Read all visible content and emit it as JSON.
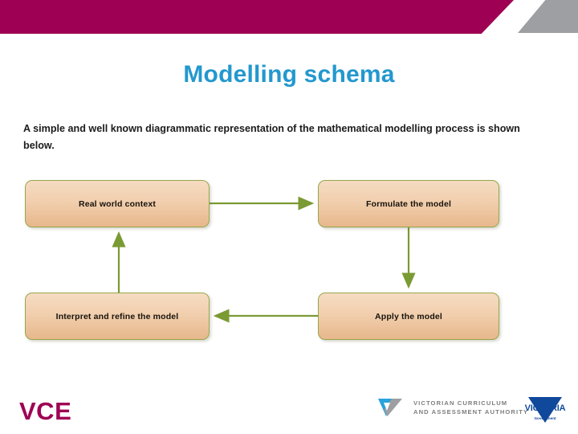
{
  "slide": {
    "title": "Modelling schema",
    "body_text": "A simple and well known diagrammatic representation of the mathematical modelling process is shown below."
  },
  "colors": {
    "header_crimson": "#9E0053",
    "header_gray": "#9D9FA2",
    "title_blue": "#2398CE",
    "node_border": "#94A84A",
    "node_fill_top": "#F6DCC2",
    "node_fill_bottom": "#E7B78B",
    "connector_green": "#7A9A33",
    "vcaa_blue": "#29A3DC",
    "vcaa_gray": "#9D9FA2",
    "victoria_blue": "#10499B"
  },
  "diagram": {
    "type": "flow-cycle",
    "nodes": [
      {
        "id": "real-world",
        "label": "Real world context"
      },
      {
        "id": "formulate",
        "label": "Formulate the model"
      },
      {
        "id": "apply",
        "label": "Apply the model"
      },
      {
        "id": "interpret",
        "label": "Interpret and refine the model"
      }
    ],
    "connectors": [
      {
        "from": "real-world",
        "to": "formulate",
        "direction": "right"
      },
      {
        "from": "formulate",
        "to": "apply",
        "direction": "down"
      },
      {
        "from": "apply",
        "to": "interpret",
        "direction": "left"
      },
      {
        "from": "interpret",
        "to": "real-world",
        "direction": "up"
      }
    ]
  },
  "footer": {
    "vce_logo": "VCE",
    "vcaa_line1": "VICTORIAN CURRICULUM",
    "vcaa_line2": "AND ASSESSMENT AUTHORITY",
    "victoria_word": "VICTORIA",
    "victoria_sub_line1": "State",
    "victoria_sub_line2": "Government"
  }
}
